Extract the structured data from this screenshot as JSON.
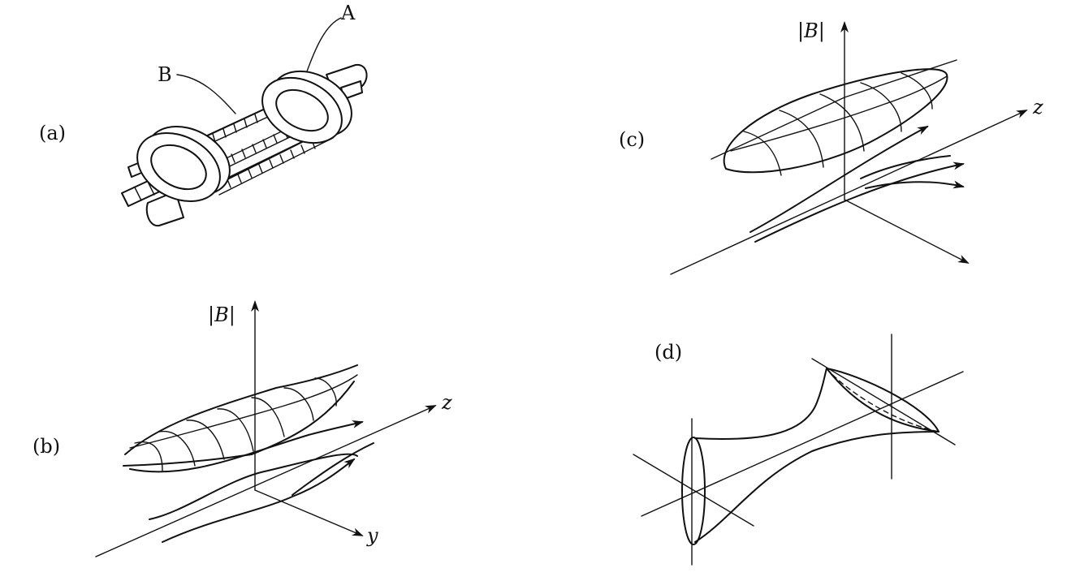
{
  "panels": {
    "a": {
      "label": "(a)",
      "callout_a": "A",
      "callout_b": "B"
    },
    "b": {
      "label": "(b)",
      "axis_vertical": "|B|",
      "axis_z": "z",
      "axis_y": "y"
    },
    "c": {
      "label": "(c)",
      "axis_vertical": "|B|",
      "axis_z": "z"
    },
    "d": {
      "label": "(d)"
    }
  }
}
